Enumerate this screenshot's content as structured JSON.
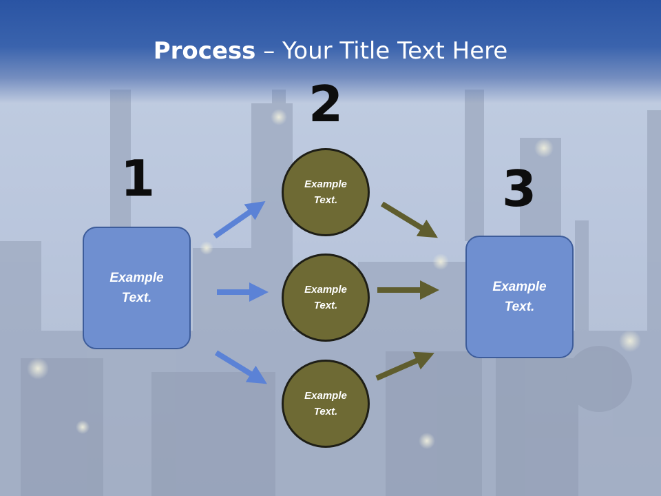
{
  "title": {
    "bold": "Process",
    "rest": " – Your Title Text Here"
  },
  "steps": [
    {
      "number": "1",
      "text": "Example\nText."
    },
    {
      "number": "2"
    },
    {
      "number": "3",
      "text": "Example\nText."
    }
  ],
  "circles": [
    {
      "text": "Example\nText."
    },
    {
      "text": "Example\nText."
    },
    {
      "text": "Example\nText."
    }
  ],
  "colors": {
    "title_band": "#2a54a3",
    "box_fill": "#6f8fd0",
    "circle_fill": "#6e6a34",
    "blue_arrow": "#5b82d6",
    "olive_arrow": "#5f5d2e"
  }
}
